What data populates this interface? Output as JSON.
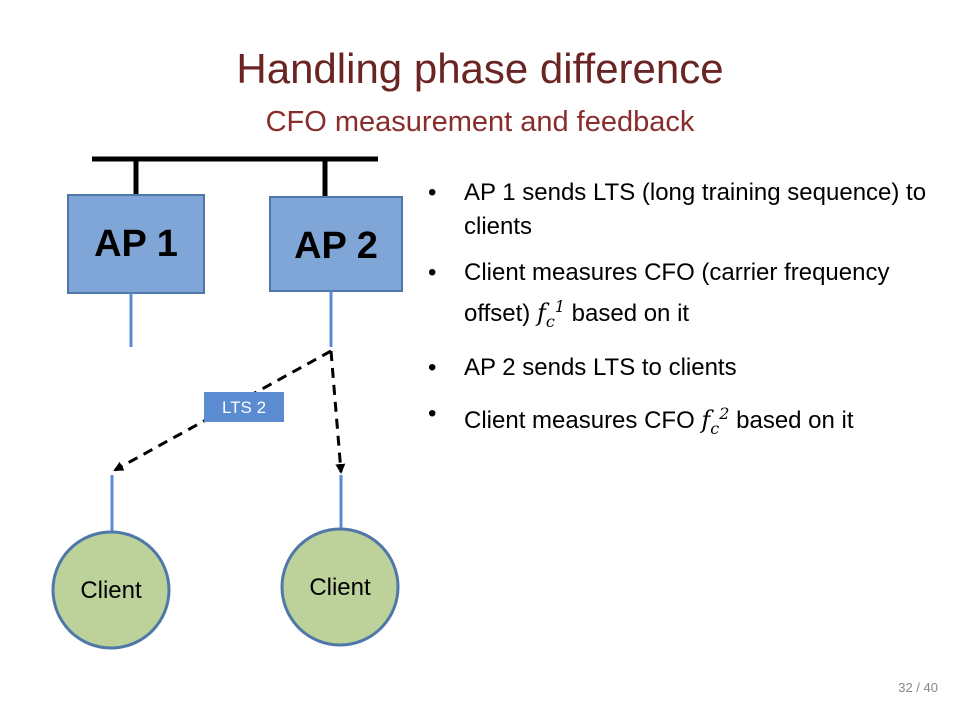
{
  "slide": {
    "title": "Handling phase difference",
    "subtitle": "CFO measurement and feedback"
  },
  "diagram": {
    "ap1_label": "AP 1",
    "ap2_label": "AP 2",
    "lts_label": "LTS 2",
    "client1_label": "Client",
    "client2_label": "Client",
    "colors": {
      "ap_fill": "#7fa6d6",
      "ap_stroke": "#4f77a8",
      "client_fill": "#bcd29a",
      "client_stroke": "#4f77a8",
      "lts_fill": "#5b8bd1",
      "bus": "#000000"
    }
  },
  "bullets": [
    {
      "text": "AP 1 sends LTS (long training sequence) to clients"
    },
    {
      "pre": "Client measures CFO (carrier frequency offset) ",
      "math_base": "f",
      "math_sub": "c",
      "math_sup": "1",
      "post": " based on it"
    },
    {
      "text": "AP 2 sends LTS to clients"
    },
    {
      "pre": "Client measures CFO ",
      "math_base": "f",
      "math_sub": "c",
      "math_sup": "2",
      "post": " based on it"
    }
  ],
  "page_number": "32 / 40"
}
